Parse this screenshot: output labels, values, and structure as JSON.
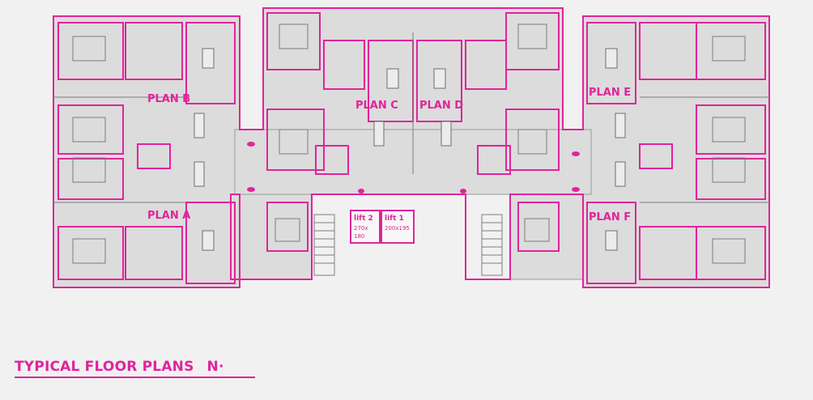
{
  "colors": {
    "accent": "#e0249a",
    "floor": "#d9d9d9",
    "wall": "#8a8a8a",
    "background": "#f1f1f1"
  },
  "plans": {
    "a": "PLAN A",
    "b": "PLAN B",
    "c": "PLAN C",
    "d": "PLAN D",
    "e": "PLAN E",
    "f": "PLAN F"
  },
  "lifts": {
    "lift2": {
      "name": "lift 2",
      "dim1": "270x",
      "dim2": "180"
    },
    "lift1": {
      "name": "lift 1",
      "dim1": "200x195"
    }
  },
  "footer": {
    "title": "TYPICAL FLOOR PLANS",
    "north": "N·"
  }
}
